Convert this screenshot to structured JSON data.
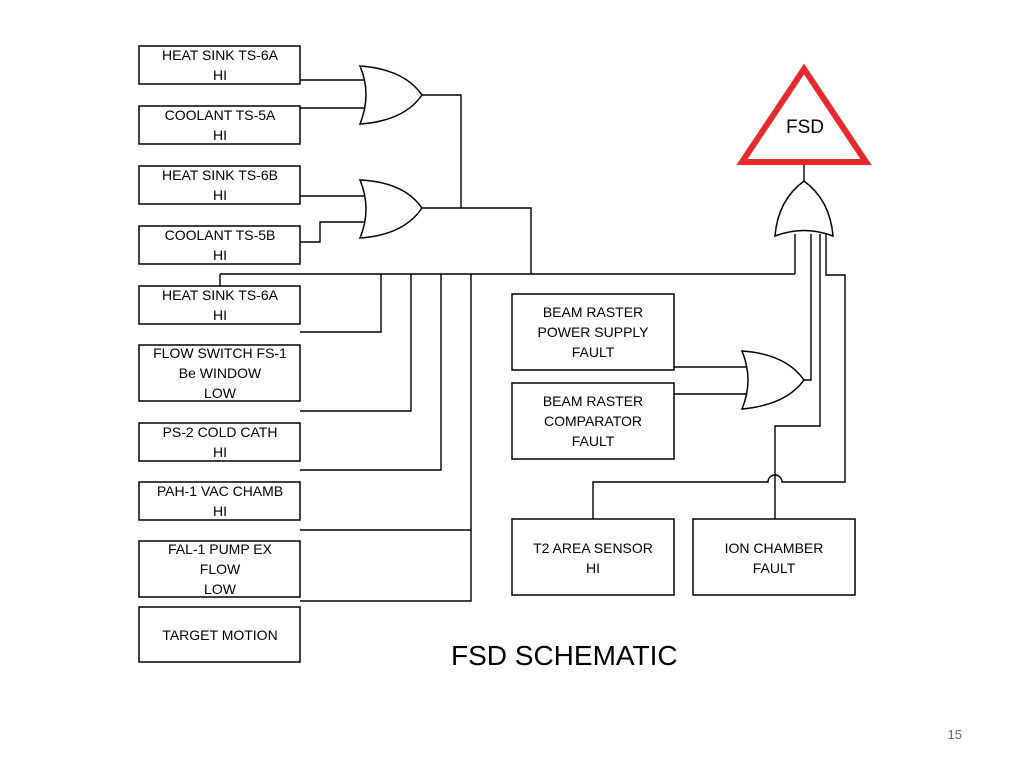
{
  "title": "FSD SCHEMATIC",
  "page_number": "15",
  "alarm": {
    "label": "FSD",
    "color": "#e8282b"
  },
  "inputs": [
    {
      "line1": "HEAT SINK TS-6A",
      "line2": "HI"
    },
    {
      "line1": "COOLANT TS-5A",
      "line2": "HI"
    },
    {
      "line1": "HEAT SINK TS-6B",
      "line2": "HI"
    },
    {
      "line1": "COOLANT TS-5B",
      "line2": "HI"
    },
    {
      "line1": "HEAT SINK TS-6A",
      "line2": "HI"
    },
    {
      "line1": "FLOW SWITCH FS-1",
      "line2": "Be WINDOW",
      "line3": "LOW"
    },
    {
      "line1": "PS-2 COLD CATH",
      "line2": "HI"
    },
    {
      "line1": "PAH-1 VAC CHAMB",
      "line2": "HI"
    },
    {
      "line1": "FAL-1 PUMP EX",
      "line2": "FLOW",
      "line3": "LOW"
    },
    {
      "line1": "TARGET MOTION"
    }
  ],
  "raster": [
    {
      "line1": "BEAM RASTER",
      "line2": "POWER SUPPLY",
      "line3": "FAULT"
    },
    {
      "line1": "BEAM RASTER",
      "line2": "COMPARATOR",
      "line3": "FAULT"
    }
  ],
  "sensors": [
    {
      "line1": "T2 AREA SENSOR",
      "line2": "HI"
    },
    {
      "line1": "ION CHAMBER",
      "line2": "FAULT"
    }
  ]
}
